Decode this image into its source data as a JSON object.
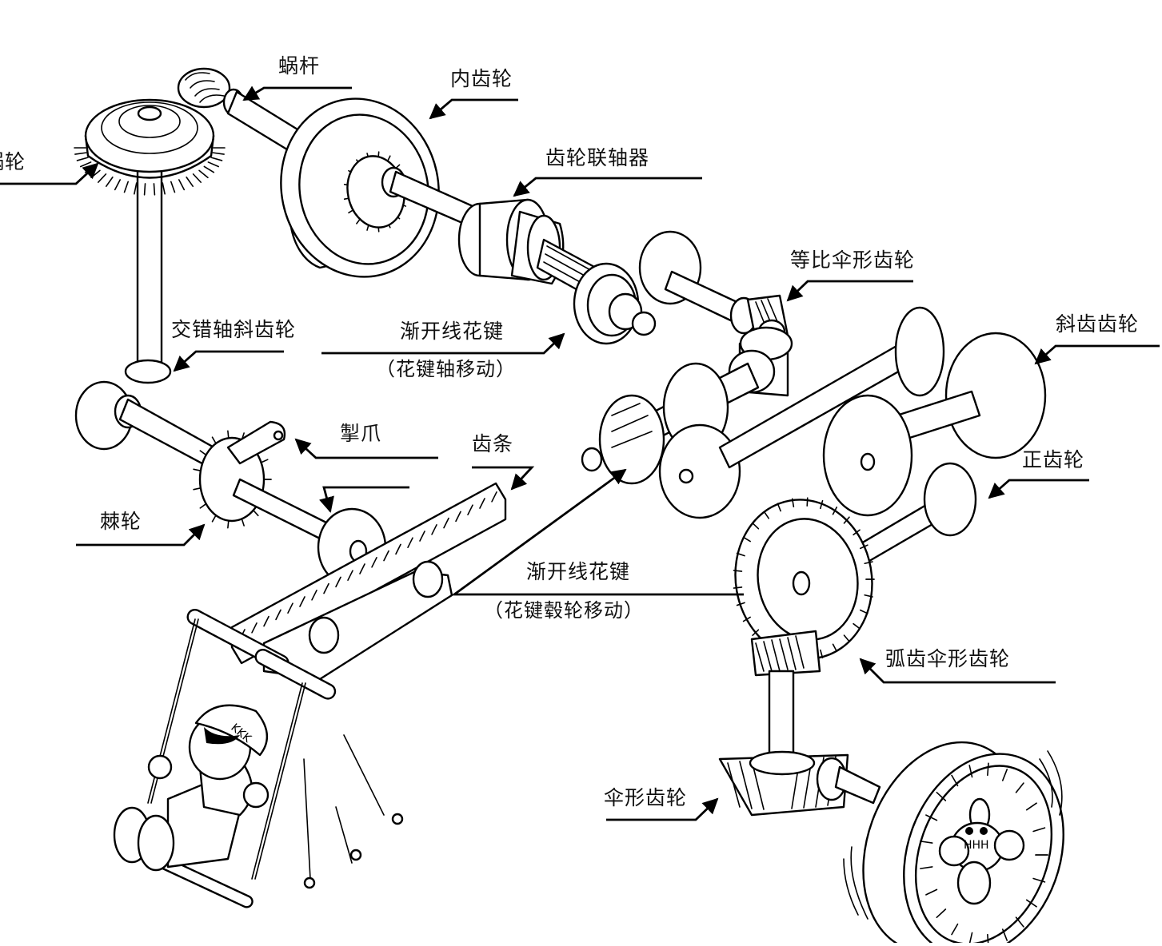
{
  "title": "齿轮种类示意图",
  "colors": {
    "ink": "#000000",
    "background": "#ffffff"
  },
  "labels": {
    "worm_wheel": "蜗轮",
    "worm": "蜗杆",
    "internal_gear": "内齿轮",
    "gear_coupling": "齿轮联轴器",
    "miter_bevel_gear": "等比伞形齿轮",
    "crossed_helical_gear": "交错轴斜齿轮",
    "involute_spline_shaft": "渐开线花键",
    "involute_spline_shaft_note": "（花键轴移动）",
    "helical_gear": "斜齿齿轮",
    "pawl": "掣爪",
    "rack": "齿条",
    "spur_gear": "正齿轮",
    "ratchet": "棘轮",
    "involute_spline_hub": "渐开线花键",
    "involute_spline_hub_note": "（花键毂轮移动）",
    "spiral_bevel_gear": "弧齿伞形齿轮",
    "bevel_gear": "伞形齿轮"
  },
  "illustrations": {
    "boy_cap_text": "KKK",
    "hamster_mouth": "HHH"
  }
}
